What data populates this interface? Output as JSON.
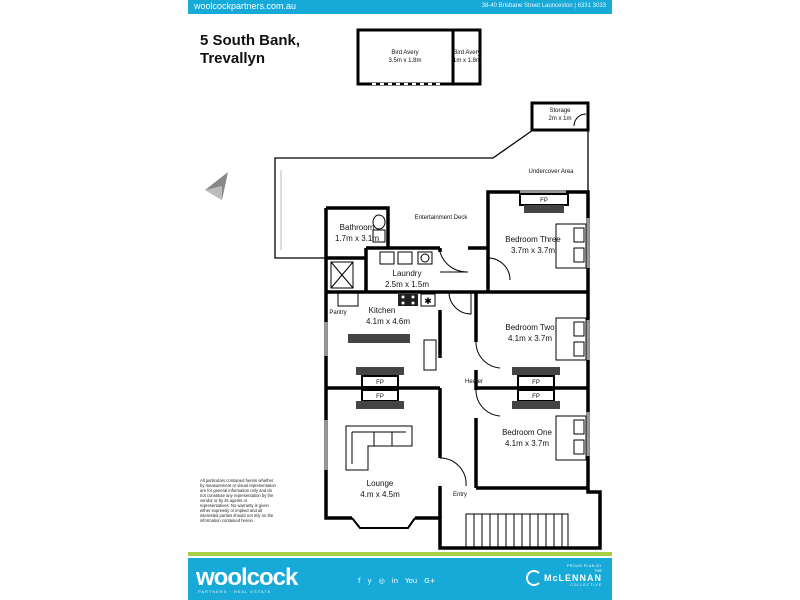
{
  "header": {
    "website": "woolcockpartners.com.au",
    "address": "38-40 Brisbane Street Launceston | 6331 3033"
  },
  "property": {
    "line1": "5 South Bank,",
    "line2": "Trevallyn"
  },
  "rooms": {
    "bird_avery_1": {
      "name": "Bird Avery",
      "size": "3.5m x 1.8m"
    },
    "bird_avery_2": {
      "name": "Bird Avery",
      "size": "1m x 1.8m"
    },
    "storage": {
      "name": "Storage",
      "size": "2m x 1m"
    },
    "undercover": {
      "name": "Undercover Area"
    },
    "entertainment": {
      "name": "Entertainment Deck"
    },
    "bathroom": {
      "name": "Bathroom",
      "size": "1.7m x 3.1m"
    },
    "laundry": {
      "name": "Laundry",
      "size": "2.5m x 1.5m"
    },
    "bedroom_three": {
      "name": "Bedroom Three",
      "size": "3.7m x 3.7m"
    },
    "kitchen": {
      "name": "Kitchen",
      "size": "4.1m x 4.6m"
    },
    "pantry": {
      "name": "Pantry"
    },
    "bedroom_two": {
      "name": "Bedroom Two",
      "size": "4.1m x 3.7m"
    },
    "heater": {
      "name": "Heater"
    },
    "bedroom_one": {
      "name": "Bedroom One",
      "size": "4.1m x 3.7m"
    },
    "lounge": {
      "name": "Lounge",
      "size": "4.m x 4.5m"
    },
    "entry": {
      "name": "Entry"
    },
    "fireplace": "FP"
  },
  "disclaimer": "All particulars contained herein whether by measurement or visual representation are for general information only and do not constitute any representation by the vendor or by its agents or representatives. No warranty is given either expressly or implied and all interested parties should not rely on the information contained herein.",
  "footer": {
    "brand": "woolcock",
    "brand_sub": "PARTNERS · REAL ESTATE",
    "social": [
      "f",
      "y",
      "◎",
      "in",
      "You",
      "G+"
    ],
    "proud_label": "PROUD PLAN BY",
    "the_label": "THE",
    "group": "McLENNAN",
    "collective": "COLLECTIVE"
  },
  "colors": {
    "accent": "#17a9d8",
    "green": "#a8cf45"
  }
}
